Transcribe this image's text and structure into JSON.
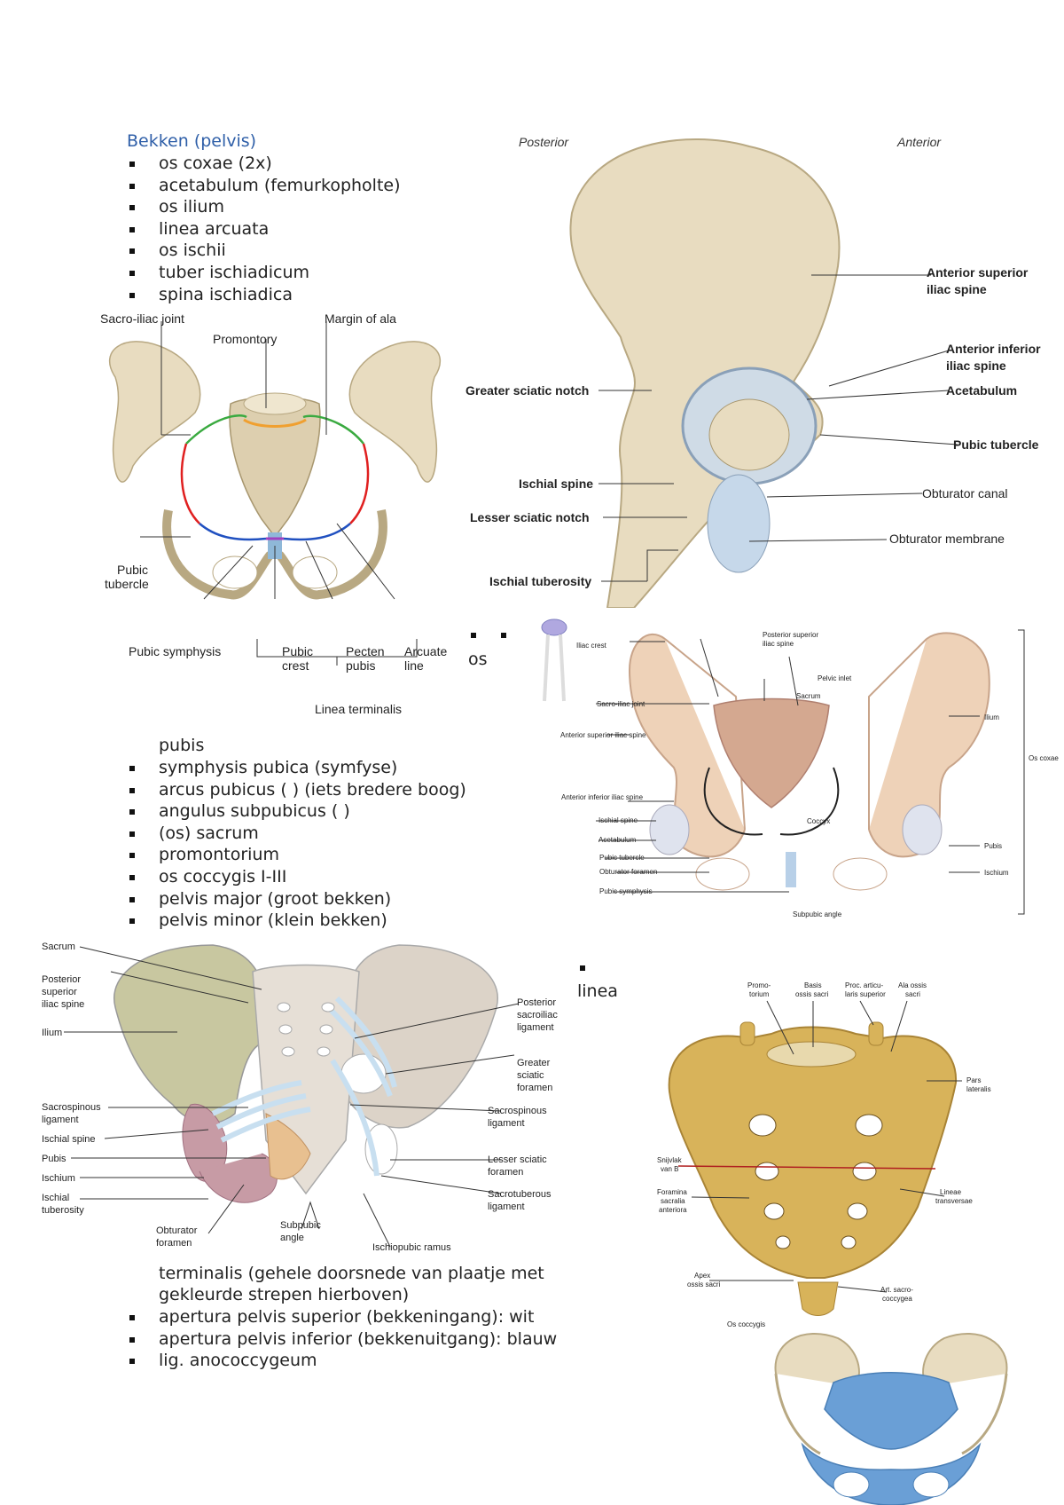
{
  "section1": {
    "heading": "Bekken (pelvis)",
    "items": [
      "os coxae (2x)",
      "acetabulum (femurkopholte)",
      "os ilium",
      "linea arcuata",
      "os ischii",
      "tuber ischiadicum",
      "spina ischiadica"
    ]
  },
  "fragments": {
    "os": "os",
    "pubis": "pubis",
    "linea": "linea"
  },
  "section2": {
    "items": [
      "symphysis pubica (symfyse)",
      "arcus pubicus (    ) (iets bredere boog)",
      "angulus subpubicus (    )",
      "(os) sacrum",
      "promontorium",
      "os coccygis I-III",
      "pelvis major (groot bekken)",
      "pelvis minor (klein bekken)"
    ]
  },
  "section3": {
    "continuation_line1": "terminalis (gehele doorsnede van plaatje met",
    "continuation_line2": "gekleurde strepen hierboven)",
    "items": [
      "apertura pelvis superior (bekkeningang): wit",
      "apertura pelvis inferior (bekkenuitgang): blauw",
      "lig. anococcygeum"
    ]
  },
  "fig1": {
    "labels": {
      "sacroiliac": "Sacro-iliac joint",
      "margin": "Margin of ala",
      "promontory": "Promontory",
      "pubic_tubercle_1": "Pubic",
      "pubic_tubercle_2": "tubercle",
      "pubic_symphysis": "Pubic symphysis",
      "pubic_crest_1": "Pubic",
      "pubic_crest_2": "crest",
      "pecten_1": "Pecten",
      "pecten_2": "pubis",
      "arcuate_1": "Arcuate",
      "arcuate_2": "line",
      "linea_terminalis": "Linea terminalis"
    }
  },
  "fig2": {
    "labels": {
      "posterior": "Posterior",
      "anterior": "Anterior",
      "asis_1": "Anterior superior",
      "asis_2": "iliac spine",
      "aiis_1": "Anterior inferior",
      "aiis_2": "iliac spine",
      "acetabulum": "Acetabulum",
      "pubic_tubercle": "Pubic tubercle",
      "obturator_canal": "Obturator canal",
      "obturator_membrane": "Obturator membrane",
      "greater_notch": "Greater sciatic notch",
      "ischial_spine": "Ischial spine",
      "lesser_notch": "Lesser sciatic notch",
      "ischial_tuberosity": "Ischial tuberosity"
    }
  },
  "fig3": {
    "labels": {
      "iliac_crest": "Iliac crest",
      "psis_1": "Posterior superior",
      "psis_2": "iliac spine",
      "pelvic_inlet": "Pelvic inlet",
      "sacrum": "Sacrum",
      "sacroiliac": "Sacro-iliac joint",
      "ilium": "Ilium",
      "asis": "Anterior superior iliac spine",
      "os_coxae": "Os coxae",
      "aiis": "Anterior inferior iliac spine",
      "coccyx": "Coccyx",
      "ischial_spine": "Ischial spine",
      "acetabulum": "Acetabulum",
      "pubis": "Pubis",
      "pubic_tubercle": "Pubic tubercle",
      "ischium": "Ischium",
      "obturator": "Obturator foramen",
      "symphysis": "Pubic symphysis",
      "subpubic": "Subpubic angle"
    }
  },
  "fig4": {
    "labels": {
      "sacrum": "Sacrum",
      "psis_1": "Posterior",
      "psis_2": "superior",
      "psis_3": "iliac spine",
      "ilium": "Ilium",
      "psil_1": "Posterior",
      "psil_2": "sacroiliac",
      "psil_3": "ligament",
      "gsf_1": "Greater",
      "gsf_2": "sciatic",
      "gsf_3": "foramen",
      "ssl_left_1": "Sacrospinous",
      "ssl_left_2": "ligament",
      "ssl_right_1": "Sacrospinous",
      "ssl_right_2": "ligament",
      "ischial_spine": "Ischial spine",
      "pubis": "Pubis",
      "ischium": "Ischium",
      "lsf_1": "Lesser sciatic",
      "lsf_2": "foramen",
      "it_1": "Ischial",
      "it_2": "tuberosity",
      "stl_1": "Sacrotuberous",
      "stl_2": "ligament",
      "obt_1": "Obturator",
      "obt_2": "foramen",
      "subpubic_1": "Subpubic",
      "subpubic_2": "angle",
      "ischiopubic": "Ischiopubic ramus"
    }
  },
  "fig5": {
    "labels": {
      "promontorium_1": "Promo-",
      "promontorium_2": "torium",
      "basis_1": "Basis",
      "basis_2": "ossis sacri",
      "proc_1": "Proc. articu-",
      "proc_2": "laris superior",
      "ala_1": "Ala ossis",
      "ala_2": "sacri",
      "pars_1": "Pars",
      "pars_2": "lateralis",
      "snijvlak_1": "Snijvlak",
      "snijvlak_2": "van B",
      "foramina_1": "Foramina",
      "foramina_2": "sacralia",
      "foramina_3": "anteriora",
      "lineae_1": "Lineae",
      "lineae_2": "transversae",
      "apex_1": "Apex",
      "apex_2": "ossis sacri",
      "art_1": "Art. sacro-",
      "art_2": "coccygea",
      "os_coccygis": "Os coccygis"
    }
  },
  "colors": {
    "heading": "#2f5fa8",
    "bone": "#e8dcc0",
    "sacrum_fig5": "#d8b35a",
    "highlight_blue": "#6a9fd6"
  }
}
